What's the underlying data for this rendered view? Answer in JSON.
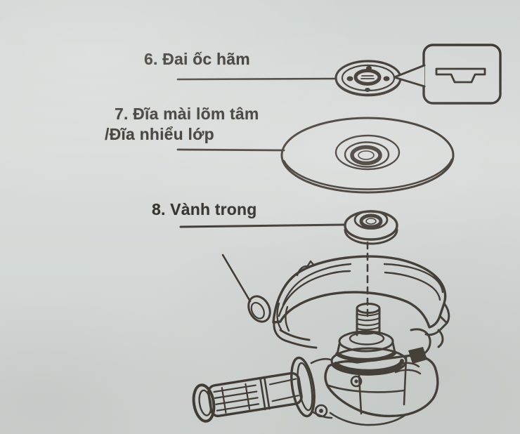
{
  "colors": {
    "paper": "#d7dad8",
    "ink": "#3a322b",
    "text": "#2b2722"
  },
  "labels": {
    "part6": "6. Đai ốc hãm",
    "part7_line1": "7. Đĩa mài lõm tâm",
    "part7_line2": "/Đĩa nhiểu lớp",
    "part8": "8. Vành trong"
  },
  "figure": {
    "type": "exploded-parts-diagram",
    "icons": {
      "lock_nut": "lock-nut-top-view-icon",
      "callout_bubble": "speech-bubble-callout",
      "cross_section": "lock-nut-cross-section-icon",
      "disc": "grinding-disc-icon",
      "inner_flange": "inner-flange-icon",
      "axis": "center-axis-dashed-line",
      "grinder": "angle-grinder-icon"
    }
  }
}
